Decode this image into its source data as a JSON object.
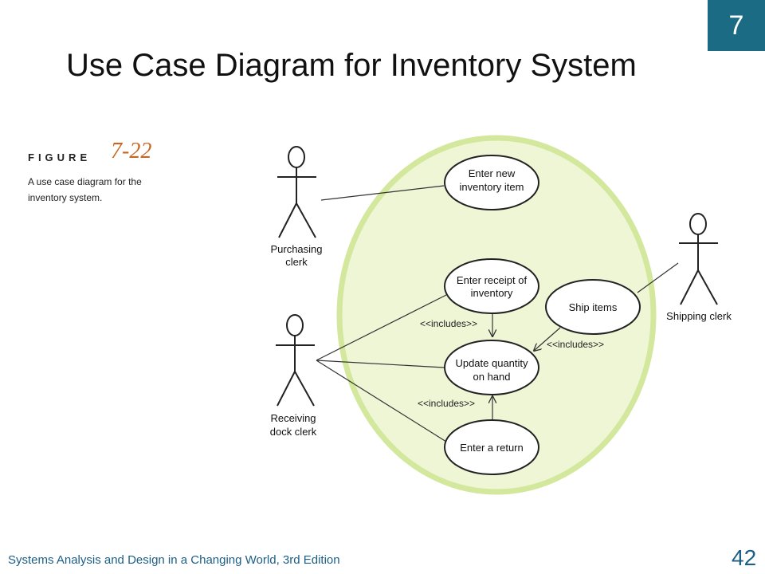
{
  "slide": {
    "chapter": "7",
    "title": "Use Case Diagram for Inventory System",
    "footer": "Systems Analysis and Design in a Changing World, 3rd Edition",
    "page_number": "42"
  },
  "figure": {
    "label": "FIGURE",
    "number": "7-22",
    "caption_lines": [
      "A use case diagram for the",
      "inventory system."
    ]
  },
  "diagram": {
    "actors": {
      "purchasing": [
        "Purchasing",
        "clerk"
      ],
      "receiving": [
        "Receiving",
        "dock clerk"
      ],
      "shipping": [
        "Shipping clerk"
      ]
    },
    "use_cases": {
      "enter_new": [
        "Enter new",
        "inventory item"
      ],
      "enter_receipt": [
        "Enter receipt of",
        "inventory"
      ],
      "update_quantity": [
        "Update quantity",
        "on hand"
      ],
      "enter_return": [
        "Enter a return"
      ],
      "ship_items": [
        "Ship items"
      ]
    },
    "includes_label": "<<includes>>",
    "colors": {
      "system_boundary_fill": "#eef6d6",
      "system_boundary_stroke": "#d3e89c",
      "badge": "#1c6b84",
      "figure_number": "#c8651e",
      "footer": "#1c5f86"
    }
  }
}
